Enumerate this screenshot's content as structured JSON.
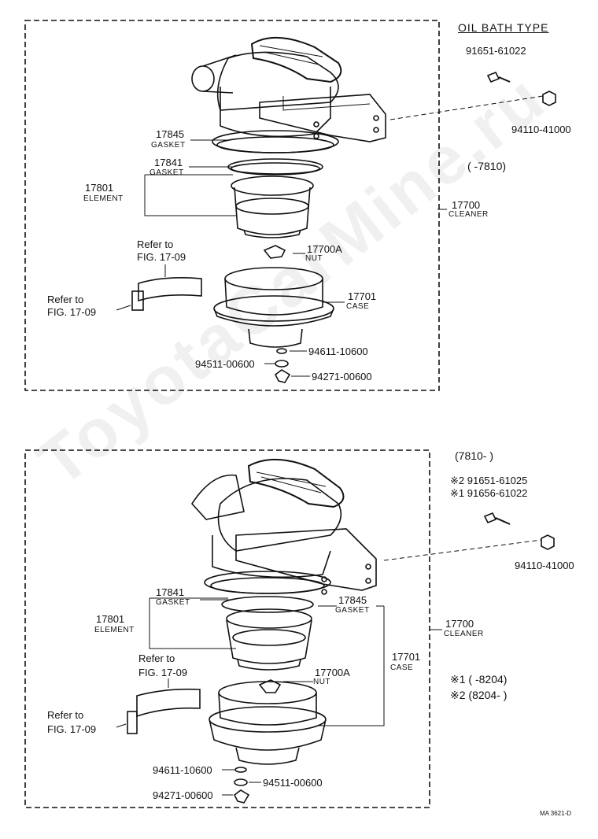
{
  "watermark": "ToyotaCarMine.ru",
  "top": {
    "header": "OIL BATH TYPE",
    "period": "(      -7810)",
    "bolt": "91651-61022",
    "nut_bracket": "94110-41000",
    "gasket_a": {
      "num": "17845",
      "name": "GASKET"
    },
    "gasket_b": {
      "num": "17841",
      "name": "GASKET"
    },
    "element": {
      "num": "17801",
      "name": "ELEMENT"
    },
    "cleaner": {
      "num": "17700",
      "name": "CLEANER"
    },
    "nut": {
      "num": "17700A",
      "name": "NUT"
    },
    "case": {
      "num": "17701",
      "name": "CASE"
    },
    "refer_1": [
      "Refer to",
      "FIG. 17-09"
    ],
    "refer_2": [
      "Refer to",
      "FIG. 17-09"
    ],
    "washer": "94611-10600",
    "seal": "94511-00600",
    "wing_nut": "94271-00600"
  },
  "bottom": {
    "period": "(7810-      )",
    "bolt_2": "※2 91651-61025",
    "bolt_1": "※1 91656-61022",
    "nut_bracket": "94110-41000",
    "gasket_b": {
      "num": "17841",
      "name": "GASKET"
    },
    "gasket_a": {
      "num": "17845",
      "name": "GASKET"
    },
    "element": {
      "num": "17801",
      "name": "ELEMENT"
    },
    "cleaner": {
      "num": "17700",
      "name": "CLEANER"
    },
    "case": {
      "num": "17701",
      "name": "CASE"
    },
    "nut": {
      "num": "17700A",
      "name": "NUT"
    },
    "refer_1": [
      "Refer to",
      "FIG. 17-09"
    ],
    "refer_2": [
      "Refer to",
      "FIG. 17-09"
    ],
    "washer": "94611-10600",
    "seal": "94511-00600",
    "wing_nut": "94271-00600",
    "note_1": "※1 (      -8204)",
    "note_2": "※2 (8204-      )"
  },
  "figure_code": "MA 3621-D"
}
